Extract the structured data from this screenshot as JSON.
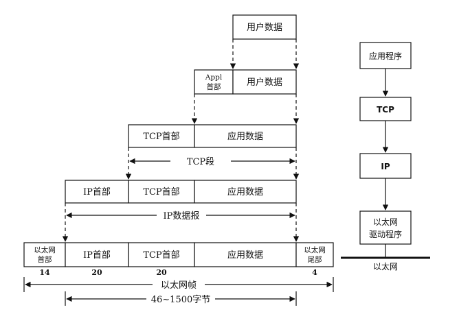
{
  "encapsulation": {
    "user_data": "用户数据",
    "appl_header_line1": "Appl",
    "appl_header_line2": "首部",
    "tcp_header": "TCP首部",
    "app_data": "应用数据",
    "tcp_segment": "TCP段",
    "ip_header": "IP首部",
    "ip_datagram": "IP数据报",
    "eth_header_line1": "以太网",
    "eth_header_line2": "首部",
    "eth_trailer_line1": "以太网",
    "eth_trailer_line2": "尾部",
    "eth_frame": "以太网帧",
    "payload_size": "46~1500字节",
    "size_eth_header": "14",
    "size_ip_header": "20",
    "size_tcp_header": "20",
    "size_eth_trailer": "4"
  },
  "stack": {
    "application": "应用程序",
    "tcp": "TCP",
    "ip": "IP",
    "driver_line1": "以太网",
    "driver_line2": "驱动程序",
    "ethernet": "以太网"
  }
}
